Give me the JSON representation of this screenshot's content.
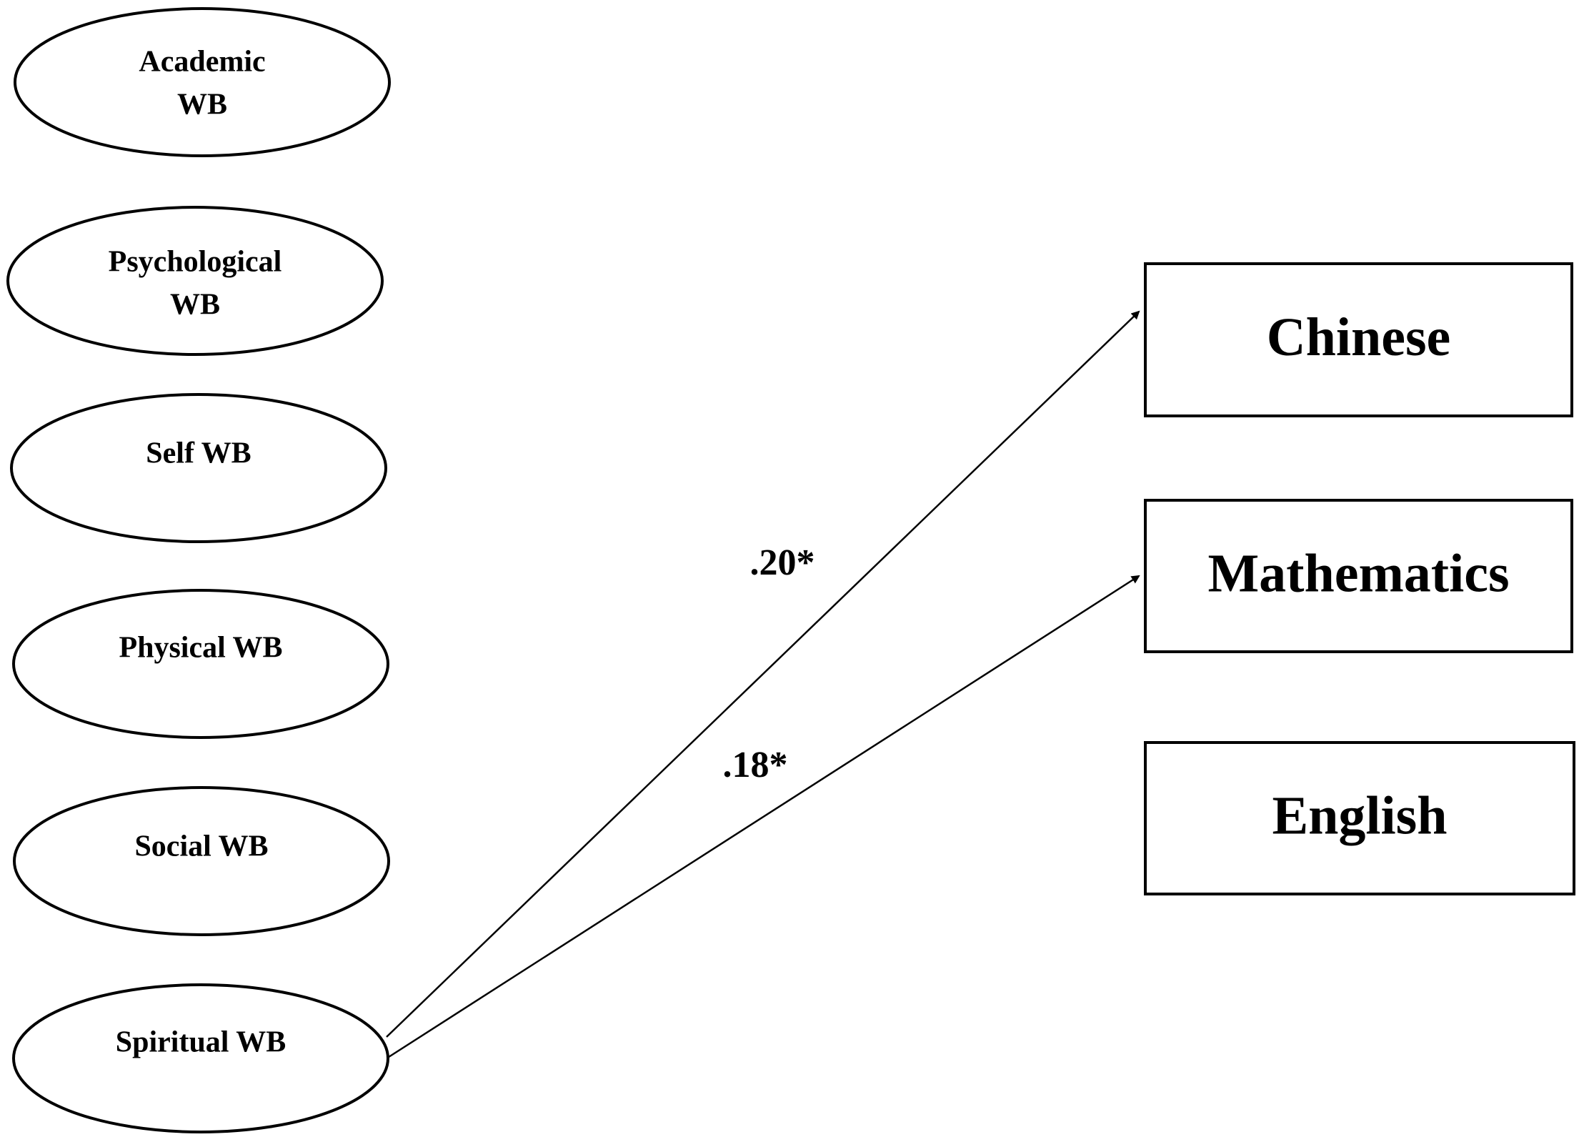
{
  "predictors": [
    {
      "id": "academic",
      "lines": [
        "Academic",
        "WB"
      ]
    },
    {
      "id": "psychological",
      "lines": [
        "Psychological",
        "WB"
      ]
    },
    {
      "id": "self",
      "lines": [
        "Self WB"
      ]
    },
    {
      "id": "physical",
      "lines": [
        "Physical WB"
      ]
    },
    {
      "id": "social",
      "lines": [
        "Social WB"
      ]
    },
    {
      "id": "spiritual",
      "lines": [
        "Spiritual WB"
      ]
    }
  ],
  "outcomes": [
    {
      "id": "chinese",
      "label": "Chinese"
    },
    {
      "id": "mathematics",
      "label": "Mathematics"
    },
    {
      "id": "english",
      "label": "English"
    }
  ],
  "paths": [
    {
      "from": "spiritual",
      "to": "chinese",
      "coefficient": ".20*"
    },
    {
      "from": "spiritual",
      "to": "mathematics",
      "coefficient": ".18*"
    }
  ]
}
